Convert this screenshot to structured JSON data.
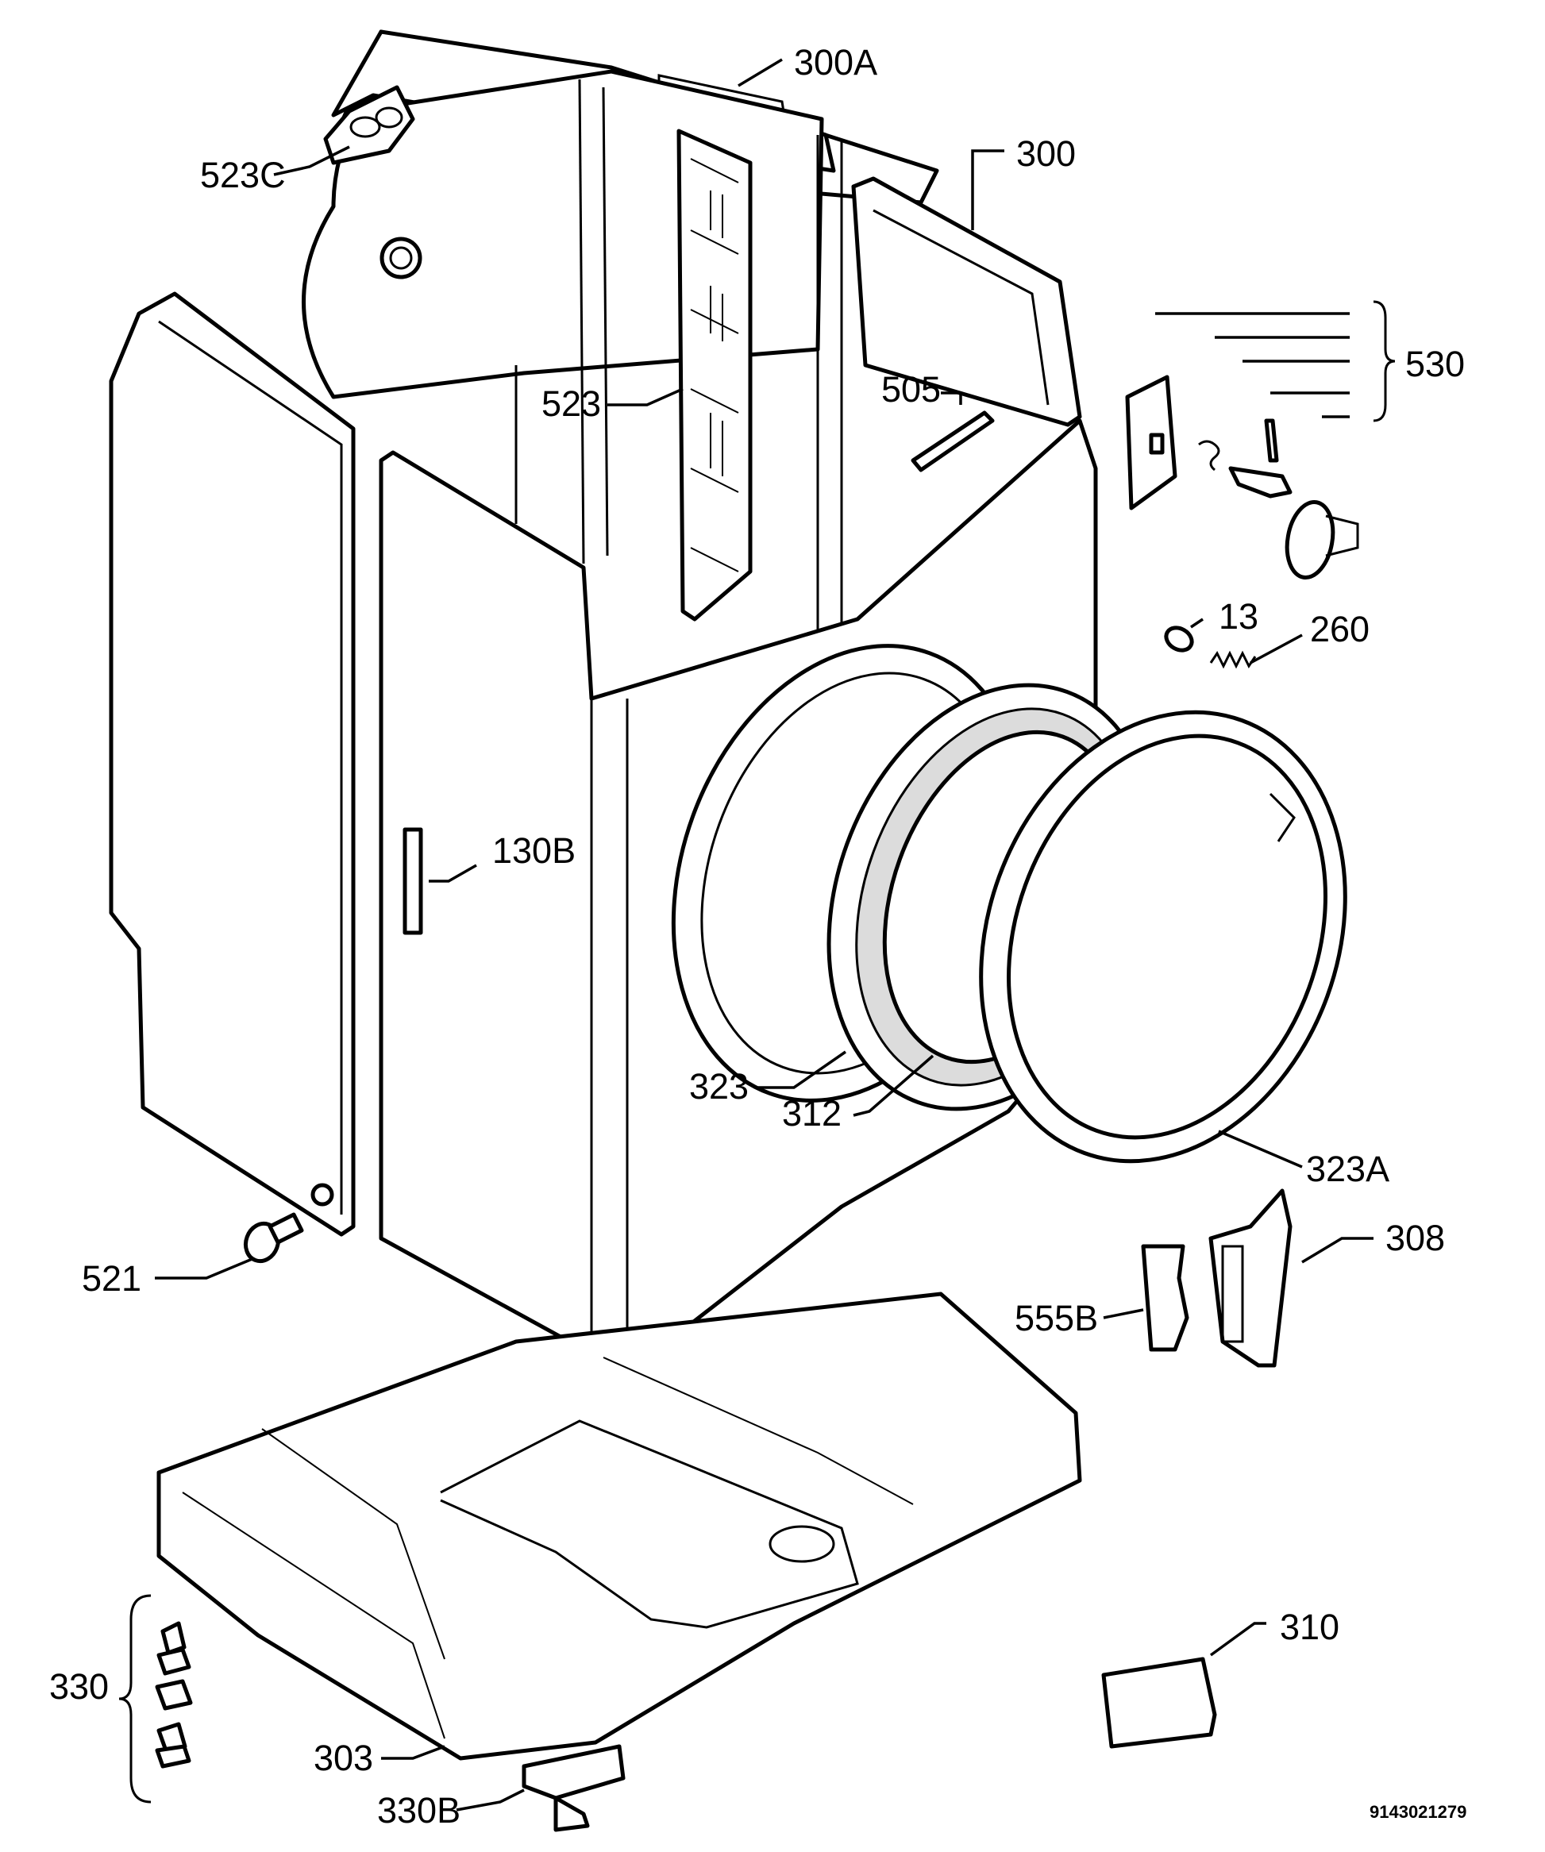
{
  "labels": {
    "l300A": "300A",
    "l523C": "523C",
    "l300": "300",
    "l530": "530",
    "l505": "505",
    "l523": "523",
    "l13": "13",
    "l260": "260",
    "l130B": "130B",
    "l323": "323",
    "l312": "312",
    "l323A": "323A",
    "l308": "308",
    "l521": "521",
    "l555B": "555B",
    "l310": "310",
    "l330": "330",
    "l303": "303",
    "l330B": "330B"
  },
  "drawing_code": "9143021279"
}
